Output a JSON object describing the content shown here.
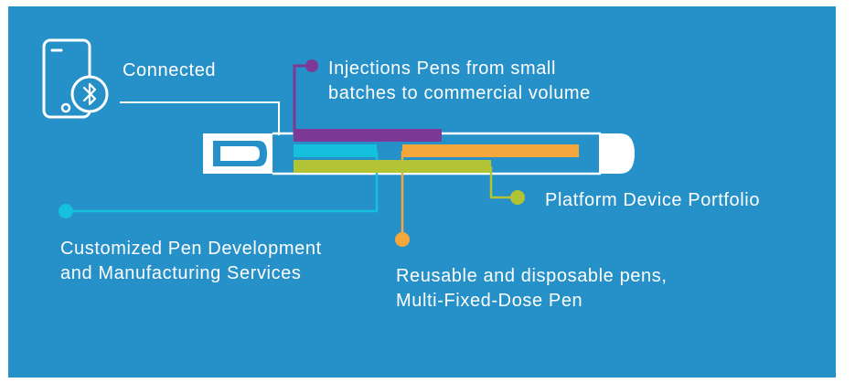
{
  "colors": {
    "background": "#2690c8",
    "purple": "#7c3a96",
    "cyan": "#15c0dc",
    "orange": "#f5a73c",
    "green": "#b2c434",
    "white": "#ffffff"
  },
  "icons": [
    "phone-icon",
    "bluetooth-icon"
  ],
  "labels": {
    "connected": "Connected",
    "injection_pens_line1": "Injections Pens from small",
    "injection_pens_line2": "batches to commercial volume",
    "platform": "Platform Device Portfolio",
    "customized_line1": "Customized Pen Development",
    "customized_line2": "and Manufacturing Services",
    "reusable_line1": "Reusable and disposable pens,",
    "reusable_line2": "Multi-Fixed-Dose Pen"
  }
}
